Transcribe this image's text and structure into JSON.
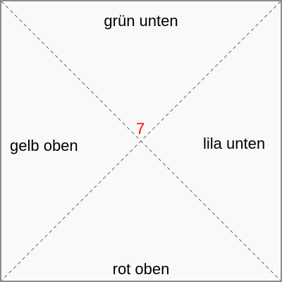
{
  "labels": {
    "top": "grün unten",
    "left": "gelb oben",
    "right": "lila unten",
    "bottom": "rot oben"
  },
  "center": {
    "number": "7",
    "color": "#ff0000"
  },
  "colors": {
    "background": "#f9f9f9",
    "border": "#8c8c8c",
    "diagonal": "#666666",
    "text": "#000000"
  }
}
